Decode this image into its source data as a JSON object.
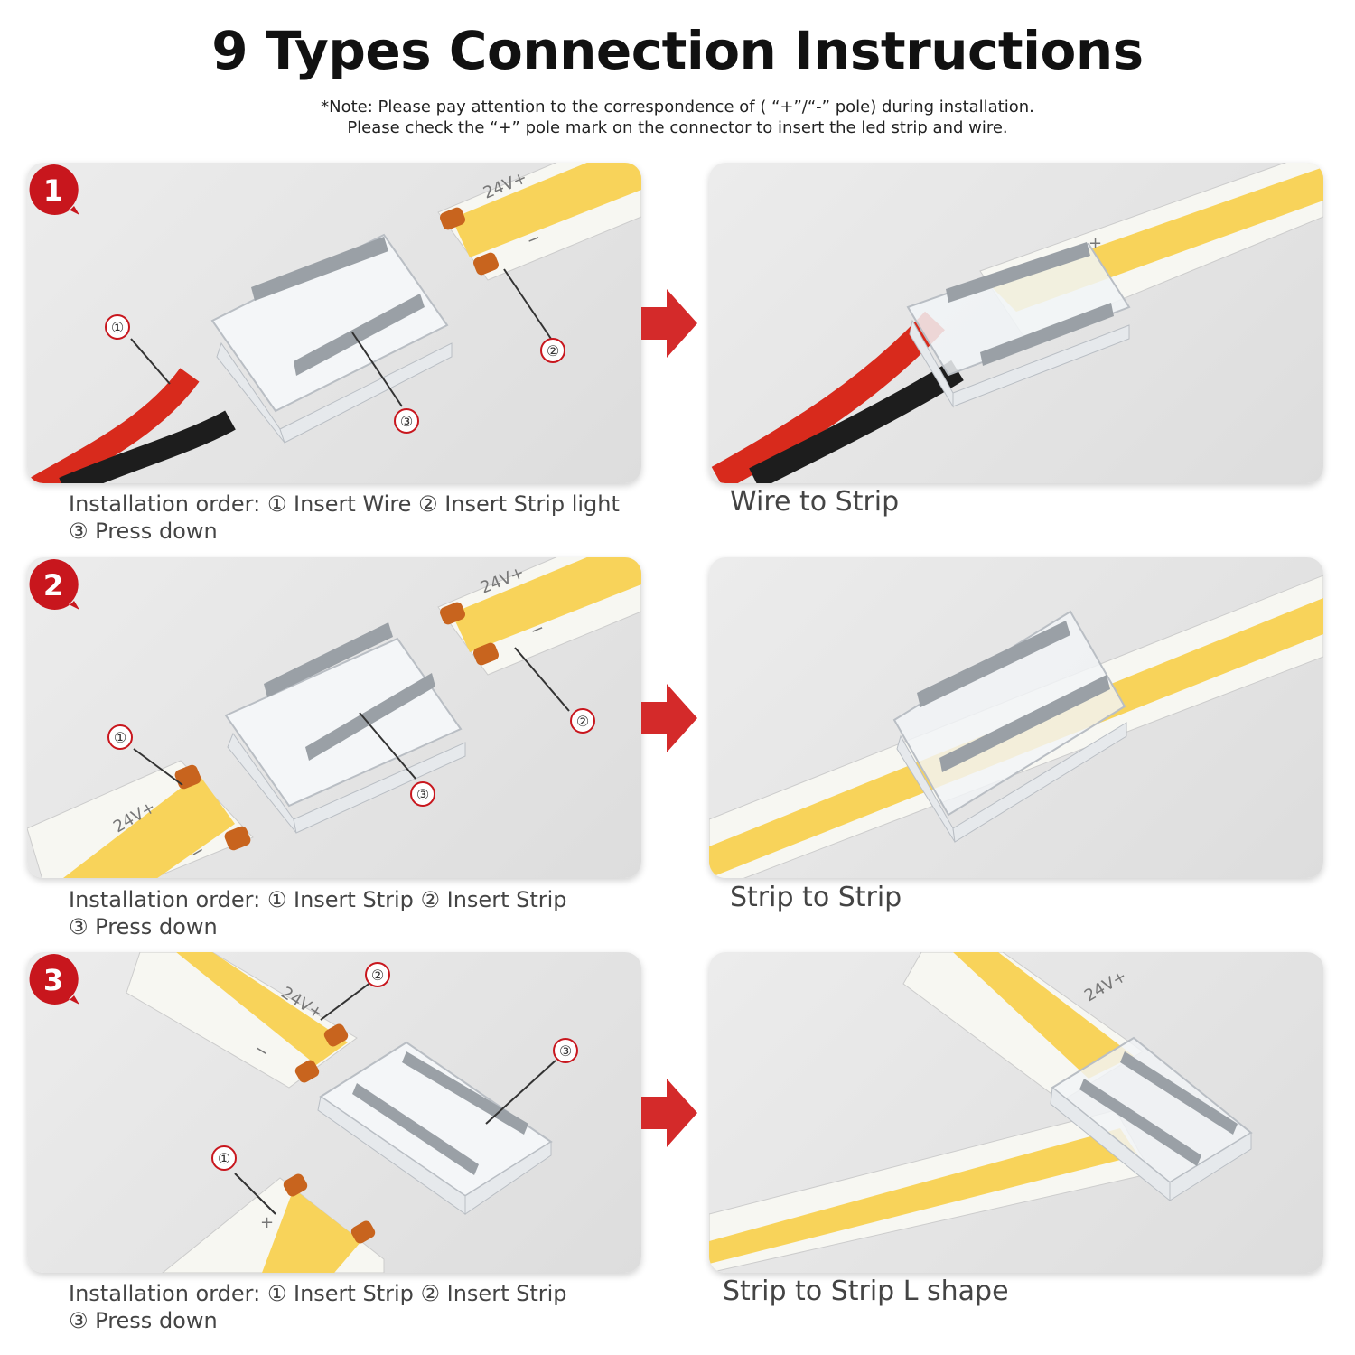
{
  "title": "9 Types Connection Instructions",
  "note_line1": "*Note: Please pay attention to the correspondence of ( “+”/“-” pole) during installation.",
  "note_line2": "Please check the “+” pole mark on the connector to insert the led strip and wire.",
  "strip_mark": "24V+",
  "plus_mark": "+",
  "minus_mark": "−",
  "callouts": [
    "①",
    "②",
    "③"
  ],
  "colors": {
    "badge": "#c8161d",
    "arrow": "#d42a2a",
    "strip": "#f8d35a",
    "pad": "#c8641e",
    "wire_red": "#d82a1c",
    "wire_black": "#1d1d1d"
  },
  "rows": [
    {
      "badge": "1",
      "order_line1": "Installation order: ① Insert Wire ② Insert Strip light",
      "order_line2": "③ Press down",
      "caption": "Wire to Strip"
    },
    {
      "badge": "2",
      "order_line1": "Installation order: ① Insert Strip ② Insert Strip",
      "order_line2": "③ Press down",
      "caption": "Strip to Strip"
    },
    {
      "badge": "3",
      "order_line1": "Installation order: ① Insert Strip ② Insert Strip",
      "order_line2": "③ Press down",
      "caption": "Strip to Strip L shape"
    }
  ]
}
